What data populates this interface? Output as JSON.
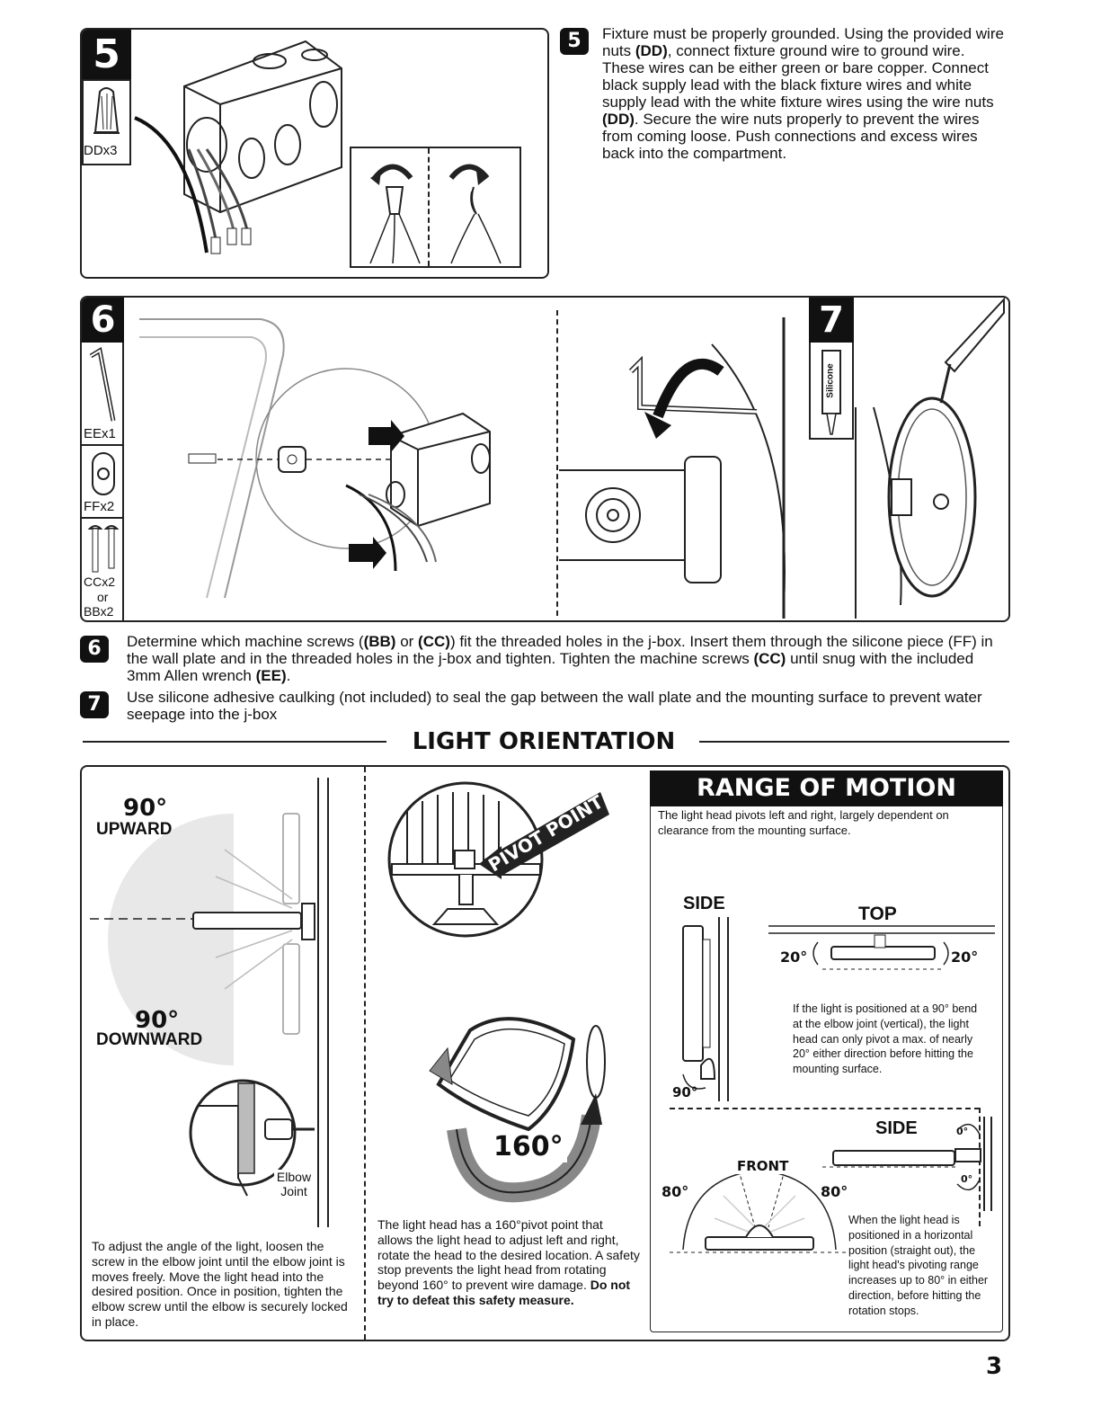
{
  "step5": {
    "number": "5",
    "part_label": "DDx3",
    "text_prefix": "Fixture must be properly grounded. Using the provided wire nuts ",
    "text_dd1": "(DD)",
    "text_mid": ", connect fixture ground wire to ground wire. These wires can be either green or bare copper. Connect black supply lead with the black fixture wires and white supply lead with the white fixture wires using the wire nuts ",
    "text_dd2": "(DD)",
    "text_suffix": ". Secure the wire nuts properly to prevent the wires from coming loose. Push connections and excess wires back into the compartment."
  },
  "step6": {
    "number": "6",
    "parts": {
      "ee": "EEx1",
      "ff": "FFx2",
      "cc": "CCx2",
      "or": "or",
      "bb": "BBx2"
    },
    "text_a": "Determine which machine screws (",
    "text_bb": "(BB)",
    "text_b": " or ",
    "text_cc": "(CC)",
    "text_c": ") fit the threaded holes in the j-box. Insert them through the silicone piece (FF) in the wall plate and in the threaded holes in the j-box and tighten. Tighten the machine screws ",
    "text_cc2": "(CC)",
    "text_d": " until snug with the included 3mm Allen wrench ",
    "text_ee": "(EE)",
    "text_e": "."
  },
  "step7": {
    "number": "7",
    "silicone_label": "Silicone",
    "text": "Use silicone adhesive caulking (not included) to seal the gap between the wall plate and the mounting surface to prevent water seepage into the j-box"
  },
  "orientation": {
    "heading": "LIGHT ORIENTATION",
    "upward_deg": "90°",
    "upward": "UPWARD",
    "downward_deg": "90°",
    "downward": "DOWNWARD",
    "elbow_joint_1": "Elbow",
    "elbow_joint_2": "Joint",
    "adjust_text": "To adjust the angle of the light, loosen the screw in the elbow joint until the elbow joint is moves freely. Move the light head into the desired position. Once in position, tighten the elbow screw until the elbow is securely locked in place.",
    "pivot_point": "PIVOT POINT",
    "deg_160": "160°",
    "pivot_text": "The light head has a 160°pivot point that allows the light head to adjust left and right, rotate the head to the desired location. A safety stop prevents the light head from rotating beyond 160° to prevent wire damage. ",
    "pivot_bold": "Do not try to defeat this safety measure."
  },
  "range": {
    "title": "RANGE OF MOTION",
    "intro": "The light head pivots left and right, largely dependent on clearance from the mounting surface.",
    "side": "SIDE",
    "top": "TOP",
    "deg20_left": "20°",
    "deg20_right": "20°",
    "deg90": "90°",
    "vertical_text": "If the light is positioned at a 90° bend at the elbow joint (vertical), the light head can only pivot a max. of nearly 20° either direction before hitting the mounting surface.",
    "side2": "SIDE",
    "front": "FRONT",
    "deg80_left": "80°",
    "deg80_right": "80°",
    "deg0_top": "0°",
    "deg0_bottom": "0°",
    "horizontal_text": "When the light head is positioned in a horizontal position (straight out), the light head's pivoting range increases up to 80° in either direction, before hitting the rotation stops."
  },
  "page_number": "3"
}
